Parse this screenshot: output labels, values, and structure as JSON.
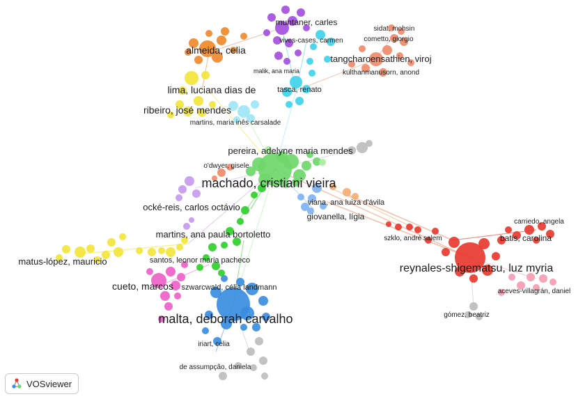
{
  "app": {
    "brand_label": "VOSviewer"
  },
  "clusters": {
    "green": "#6fd86a",
    "red": "#e8392f",
    "blue": "#3a8de0",
    "yellow": "#f2e53a",
    "orange": "#f0892d",
    "purple": "#a44fe0",
    "cyan": "#3fd3ea",
    "lightblue": "#7fb3f2",
    "pink": "#ee62c9",
    "lightpink": "#f59cb1",
    "lightgreen": "#a8ee9e",
    "salmon": "#ef8a6a",
    "lightorange": "#f6ae72",
    "lightyellow": "#f6ef7a",
    "lilac": "#c69af0",
    "lightcyan": "#9ee6f6",
    "gray": "#bdbdbd",
    "brightgreen": "#2fcf2b"
  },
  "labels": [
    "muntaner, carles",
    "sidat, mohsin",
    "cometto, giorgio",
    "vives-cases, carmen",
    "almeida, celia",
    "tangcharoensathien, viroj",
    "kulthanmanusorn, anond",
    "malik, ana maria",
    "lima, luciana dias de",
    "tasca, renato",
    "ribeiro, josé mendes",
    "martins, maria inês carsalade",
    "pereira, adelyne maria mendes",
    "o'dwyer, gisele",
    "machado, cristiani vieira",
    "viana, ana luiza d'ávila",
    "ocké-reis, carlos octávio",
    "giovanella, lígia",
    "carriedo, angela",
    "szklo, andré salem",
    "batis, carolina",
    "martins, ana paula bortoletto",
    "matus-lópez, mauricio",
    "santos, leonor maria pacheco",
    "reynales-shigematsu, luz myria",
    "cueto, marcos",
    "szwarcwald, célia landmann",
    "aceves-villagrán, daniel",
    "malta, deborah carvalho",
    "gómez, beatriz",
    "iriart, celia",
    "de assumpção, daniela"
  ]
}
